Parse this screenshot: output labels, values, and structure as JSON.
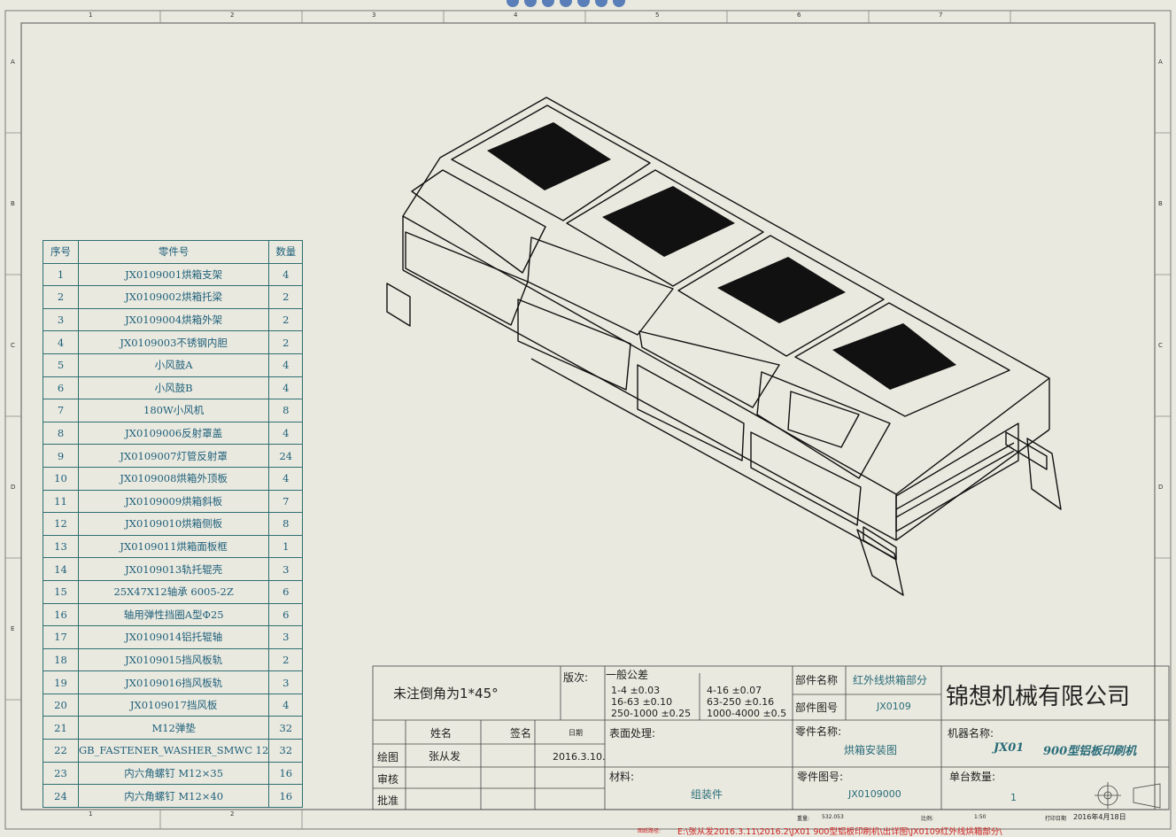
{
  "ruler": {
    "top": [
      "1",
      "2",
      "3",
      "4",
      "5",
      "6",
      "7"
    ],
    "side": [
      "A",
      "B",
      "C",
      "D",
      "E"
    ]
  },
  "bom": {
    "headers": [
      "序号",
      "零件号",
      "数量"
    ],
    "rows": [
      [
        "1",
        "JX0109001烘箱支架",
        "4"
      ],
      [
        "2",
        "JX0109002烘箱托梁",
        "2"
      ],
      [
        "3",
        "JX0109004烘箱外架",
        "2"
      ],
      [
        "4",
        "JX0109003不锈钢内胆",
        "2"
      ],
      [
        "5",
        "小风鼓A",
        "4"
      ],
      [
        "6",
        "小风鼓B",
        "4"
      ],
      [
        "7",
        "180W小风机",
        "8"
      ],
      [
        "8",
        "JX0109006反射罩盖",
        "4"
      ],
      [
        "9",
        "JX0109007灯管反射罩",
        "24"
      ],
      [
        "10",
        "JX0109008烘箱外顶板",
        "4"
      ],
      [
        "11",
        "JX0109009烘箱斜板",
        "7"
      ],
      [
        "12",
        "JX0109010烘箱侧板",
        "8"
      ],
      [
        "13",
        "JX0109011烘箱面板框",
        "1"
      ],
      [
        "14",
        "JX0109013轨托辊壳",
        "3"
      ],
      [
        "15",
        "25X47X12轴承 6005-2Z",
        "6"
      ],
      [
        "16",
        "轴用弹性挡圈A型Φ25",
        "6"
      ],
      [
        "17",
        "JX0109014铝托辊轴",
        "3"
      ],
      [
        "18",
        "JX0109015挡风板轨",
        "2"
      ],
      [
        "19",
        "JX0109016挡风板轨",
        "3"
      ],
      [
        "20",
        "JX0109017挡风板",
        "4"
      ],
      [
        "21",
        "M12弹垫",
        "32"
      ],
      [
        "22",
        "GB_FASTENER_WASHER_SMWC 12",
        "32"
      ],
      [
        "23",
        "内六角螺钉 M12×35",
        "16"
      ],
      [
        "24",
        "内六角螺钉 M12×40",
        "16"
      ]
    ]
  },
  "title_block": {
    "chamfer_note": "未注倒角为1*45°",
    "revision_label": "版次:",
    "tolerance_title": "一般公差",
    "tolerances": [
      "1-4 ±0.03",
      "16-63 ±0.10",
      "250-1000 ±0.25",
      "4-16 ±0.07",
      "63-250 ±0.16",
      "1000-4000 ±0.5"
    ],
    "part_name_label": "部件名称",
    "part_name_value": "红外线烘箱部分",
    "part_no_label": "部件图号",
    "part_no_value": "JX0109",
    "company": "锦想机械有限公司",
    "name_col": "姓名",
    "sign_col": "签名",
    "date_col": "日期",
    "surface_label": "表面处理:",
    "component_name_label": "零件名称:",
    "component_name_value": "烘箱安装图",
    "machine_name_label": "机器名称:",
    "machine_code": "JX01",
    "machine_name_value": "900型铝板印刷机",
    "draw_label": "绘图",
    "drawer_name": "张从发",
    "draw_date": "2016.3.10.",
    "review_label": "审核",
    "approve_label": "批准",
    "material_label": "材料:",
    "material_value": "组装件",
    "component_no_label": "零件图号:",
    "component_no_value": "JX0109000",
    "unit_qty_label": "单台数量:",
    "unit_qty_value": "1",
    "small_labels": [
      "重量:",
      "532.053",
      "比例:",
      "1:50",
      "打印日期",
      "2016年4月18日"
    ],
    "file_path_label": "图纸路径:",
    "file_path": "E:\\张从发2016.3.11\\2016.2\\JX01  900型铝板印刷机\\出详图\\JX0109红外线烘箱部分\\"
  }
}
